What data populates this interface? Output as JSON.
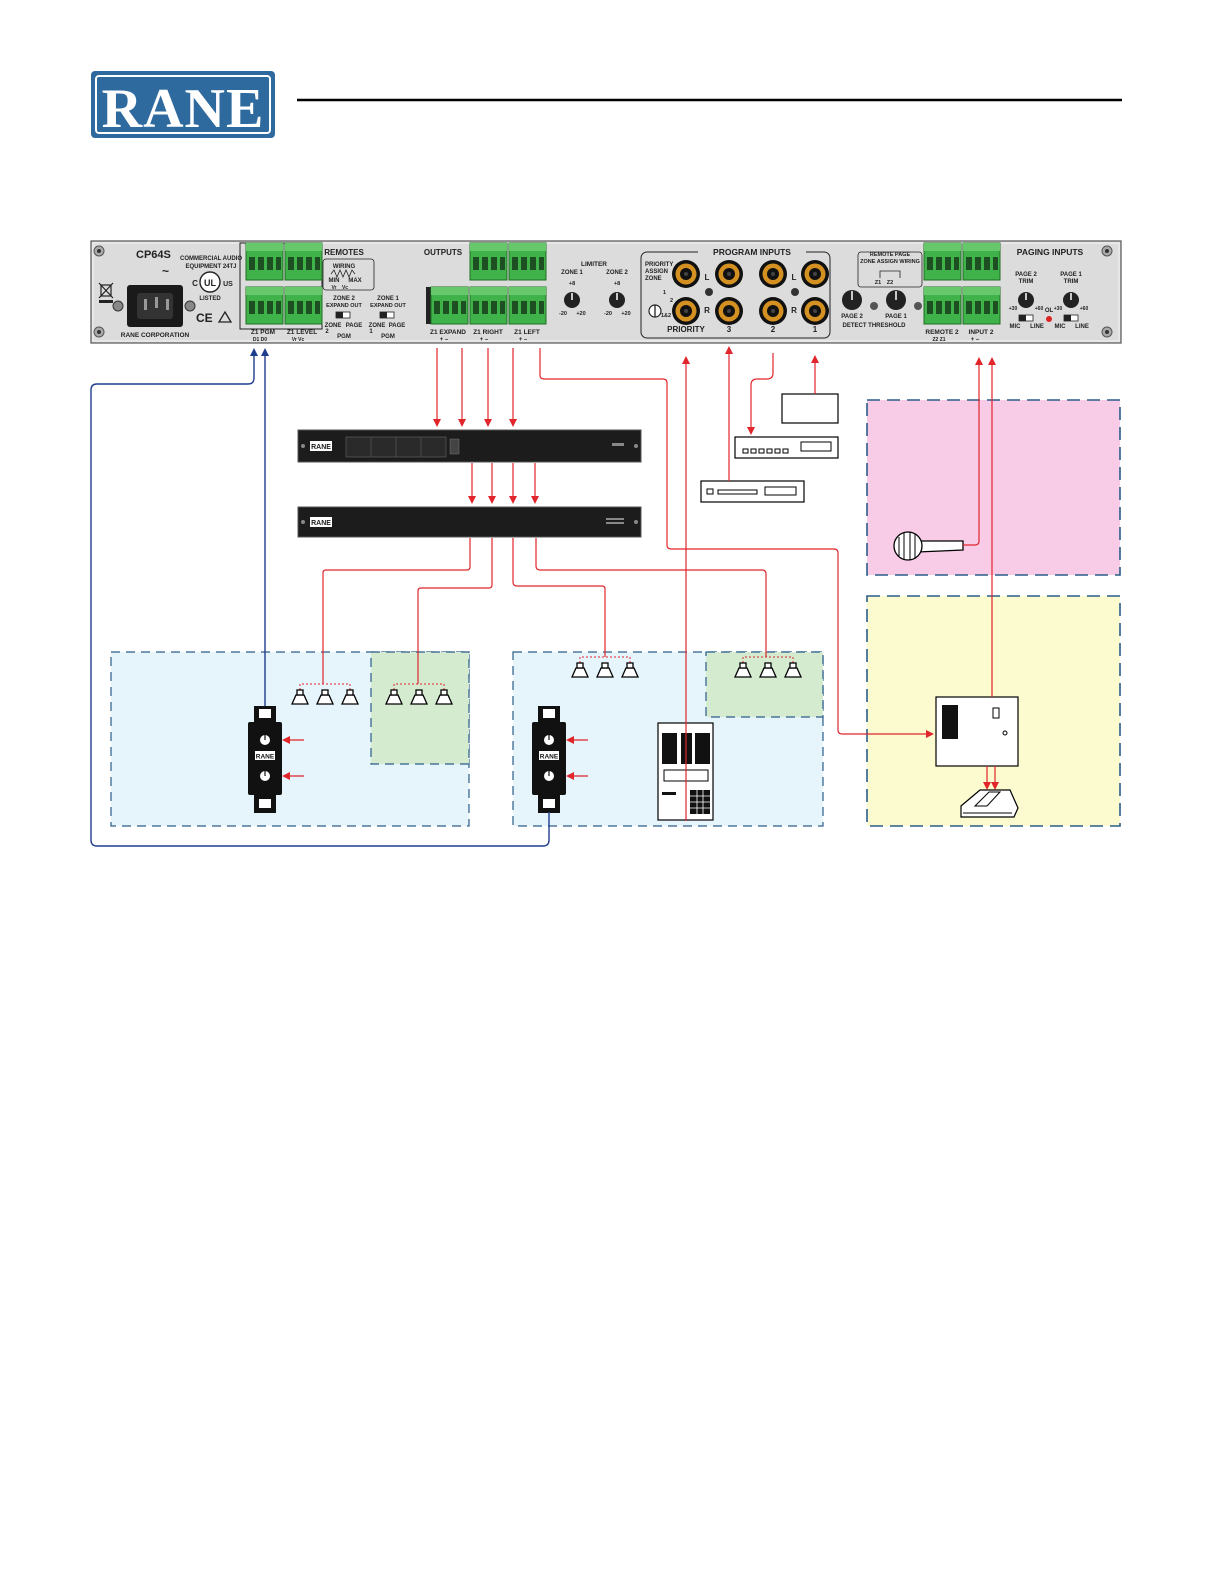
{
  "brand": {
    "logo_text": "RANE",
    "color": "#2e6a9e",
    "line_color": "#000000"
  },
  "device": {
    "model": "CP64S",
    "power_note_line1": "COMMERCIAL AUDIO",
    "power_note_line2": "EQUIPMENT 24TJ",
    "ul_mark": "UL",
    "ul_c": "C",
    "ul_us": "US",
    "listed": "LISTED",
    "ce": "CE",
    "corporation": "RANE CORPORATION",
    "tilde": "~",
    "sections": {
      "remotes": "REMOTES",
      "wiring": "WIRING",
      "min": "MIN",
      "max": "MAX",
      "vr": "Vr",
      "vc": "Vc",
      "zone2_expand_out": "ZONE 2",
      "zone1_expand_out": "ZONE 1",
      "expand_out": "EXPAND OUT",
      "zone": "ZONE",
      "page": "PAGE",
      "pgm": "PGM",
      "two": "2",
      "one": "1",
      "outputs": "OUTPUTS",
      "limiter": "LIMITER",
      "limiter_zone1": "ZONE 1",
      "limiter_zone2": "ZONE 2",
      "plus8": "+8",
      "minus20": "-20",
      "plus20": "+20",
      "program_inputs": "PROGRAM INPUTS",
      "priority_assign_1": "PRIORITY",
      "priority_assign_2": "ASSIGN",
      "priority_assign_3": "ZONE",
      "sel_1": "1",
      "sel_2": "2",
      "sel_12": "1&2",
      "priority": "PRIORITY",
      "in3": "3",
      "in2": "2",
      "in1": "1",
      "l": "L",
      "r": "R",
      "remote_page": "REMOTE PAGE",
      "zone_assign_wiring": "ZONE ASSIGN WIRING",
      "z1": "Z1",
      "z2": "Z2",
      "page2": "PAGE 2",
      "page1": "PAGE 1",
      "detect_threshold": "DETECT THRESHOLD",
      "paging_inputs": "PAGING INPUTS",
      "page2_trim_1": "PAGE 2",
      "page1_trim_1": "PAGE 1",
      "trim": "TRIM",
      "plus30": "+30",
      "plus60": "+60",
      "ol": "OL",
      "mic": "MIC",
      "line": "LINE"
    },
    "terminal_labels": {
      "z1_pgm": "Z1  PGM",
      "d1_d0": "D1   D0",
      "z1_level": "Z1  LEVEL",
      "vr_vc": "Vr  Vc",
      "z1_expand": "Z1  EXPAND",
      "z1_right": "Z1  RIGHT",
      "z1_left": "Z1  LEFT",
      "pm": "+   –",
      "remote2": "REMOTE 2",
      "input2": "INPUT 2",
      "z2_z1": "Z2   Z1",
      "pm2": "+   –"
    }
  },
  "rack_units": {
    "processor_logo": "RANE",
    "amp_logo": "RANE"
  },
  "colors": {
    "signal": "#e0252b",
    "remote_wire": "#1f3d8f",
    "terminal_green": "#3fb34a",
    "zone1_fill": "#e6f4fb",
    "zone_sub_fill": "#d4ebcf",
    "paging_mic_fill": "#f8cbe6",
    "paging_station_fill": "#fcfbd0",
    "zone_border": "#2a5d8a"
  },
  "icons": [
    "speaker-icon",
    "microphone-icon",
    "wall-remote-icon",
    "cd-player-icon",
    "tuner-icon",
    "intercom-keypad-icon",
    "paging-base-icon",
    "telephone-icon"
  ]
}
